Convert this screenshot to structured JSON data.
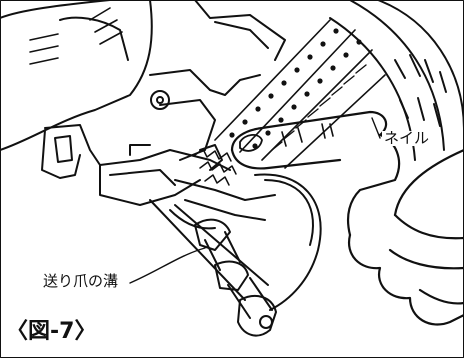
{
  "figure": {
    "number_label": "〈図-7〉",
    "callouts": {
      "nail": "ネイル",
      "feed_claw_groove": "送り爪の溝"
    }
  },
  "colors": {
    "ink": "#111111",
    "paper": "#ffffff"
  }
}
